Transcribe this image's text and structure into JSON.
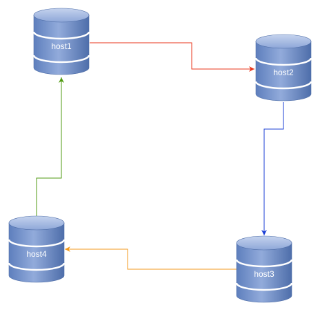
{
  "hosts": [
    {
      "id": "h1",
      "label": "host1"
    },
    {
      "id": "h2",
      "label": "host2"
    },
    {
      "id": "h3",
      "label": "host3"
    },
    {
      "id": "h4",
      "label": "host4"
    }
  ],
  "edges": [
    {
      "from": "host1",
      "to": "host2",
      "color": "#e8361b"
    },
    {
      "from": "host2",
      "to": "host3",
      "color": "#1b3fd6"
    },
    {
      "from": "host3",
      "to": "host4",
      "color": "#f39a1c"
    },
    {
      "from": "host4",
      "to": "host1",
      "color": "#4f9a10"
    }
  ],
  "colors": {
    "database_top": "#9fb4dc",
    "database_body": "#6f8fc8",
    "database_dark": "#5271ad",
    "database_stripe": "#ffffff"
  }
}
